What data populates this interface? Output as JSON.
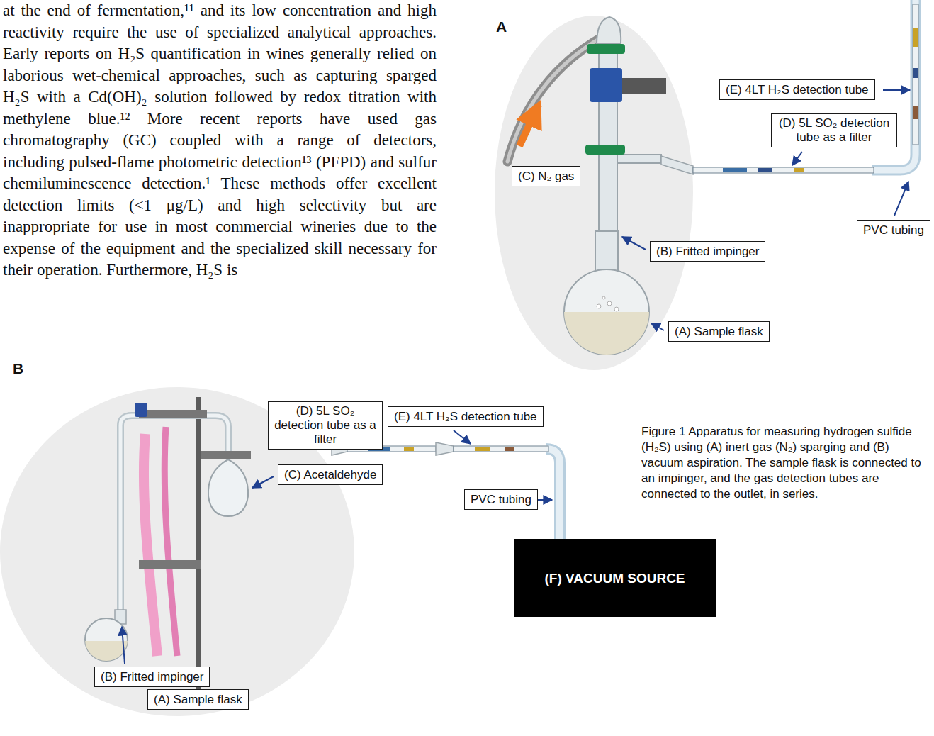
{
  "diagram": {
    "caption": "Figure 1 Apparatus for measuring hydrogen sulfide (H₂S) using (A) inert gas (N₂) sparging and (B) vacuum aspiration. The sample flask is connected to an impinger, and the gas detection tubes are connected to the outlet, in series.",
    "nodes": [
      {
        "text": [
          "(E) 4LT H₂S detection tube"
        ]
      },
      {
        "text": [
          "(D) 5L SO₂ detection tube as a filter"
        ]
      },
      {
        "text": [
          "(C) N₂ gas"
        ]
      },
      {
        "text": [
          "PVC tubing"
        ]
      },
      {
        "text": [
          "(B) Fritted impinger"
        ]
      },
      {
        "text": [
          "(A) Sample flask"
        ]
      },
      {
        "text": [
          "(D) 5L SO₂ detection tube as a filter"
        ]
      },
      {
        "text": [
          "(E) 4LT H₂S detection tube"
        ]
      },
      {
        "text": [
          "(C) Acetaldehyde"
        ]
      },
      {
        "text": [
          "PVC tubing"
        ]
      },
      {
        "text": [
          "(F) VACUUM SOURCE"
        ]
      },
      {
        "text": [
          "(B) Fritted impinger"
        ]
      },
      {
        "text": [
          "(A) Sample flask"
        ]
      }
    ],
    "labels": [
      "at the end of fermentation,¹¹ and its low concentration and high reactivity require the use of specialized analytical approaches. Early reports on H₂S quantification in wines generally relied on laborious wet-chemical approaches, such as capturing sparged H₂S with a Cd(OH)₂ solution followed by redox titration with methylene blue.¹² More recent reports have used gas chromatography (GC) coupled with a range of detectors, including pulsed-flame photometric detection¹³ (PFPD) and sulfur chemiluminescence detection.¹ These methods offer excellent detection limits (<1 μg/L) and high selectivity but are inappropriate for use in most commercial wineries due to the expense of the equipment and the specialized skill necessary for their operation. Furthermore, H₂S is",
      "A",
      "B"
    ]
  }
}
